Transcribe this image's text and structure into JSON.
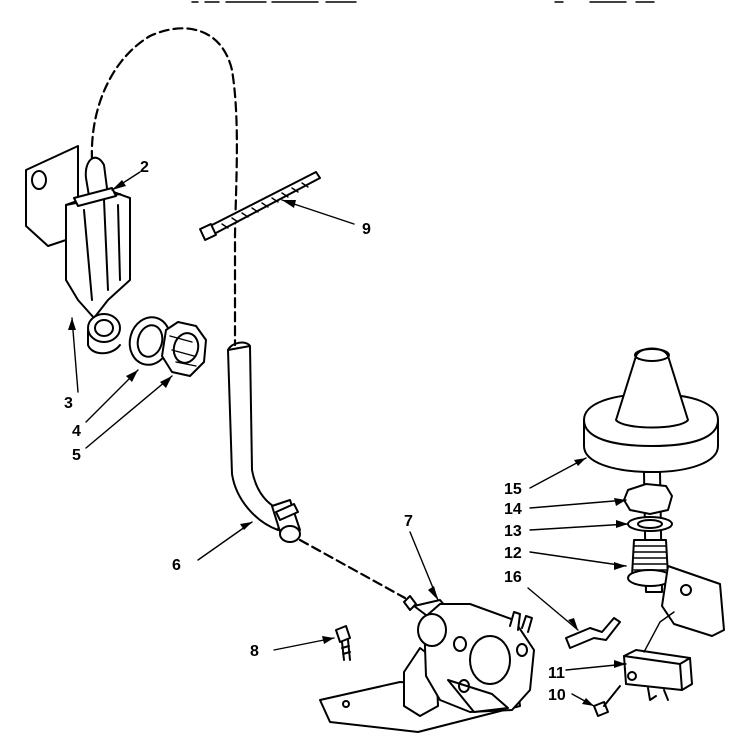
{
  "callouts": [
    {
      "id": "1",
      "text": "2"
    },
    {
      "id": "2",
      "text": "3"
    },
    {
      "id": "3",
      "text": "4"
    },
    {
      "id": "4",
      "text": "5"
    },
    {
      "id": "5",
      "text": "6"
    },
    {
      "id": "6",
      "text": "7"
    },
    {
      "id": "7",
      "text": "8"
    },
    {
      "id": "8",
      "text": "9"
    },
    {
      "id": "9",
      "text": "10"
    },
    {
      "id": "10",
      "text": "11"
    },
    {
      "id": "11",
      "text": "12"
    },
    {
      "id": "12",
      "text": "13"
    },
    {
      "id": "13",
      "text": "14"
    },
    {
      "id": "14",
      "text": "15"
    },
    {
      "id": "15",
      "text": "16"
    }
  ]
}
